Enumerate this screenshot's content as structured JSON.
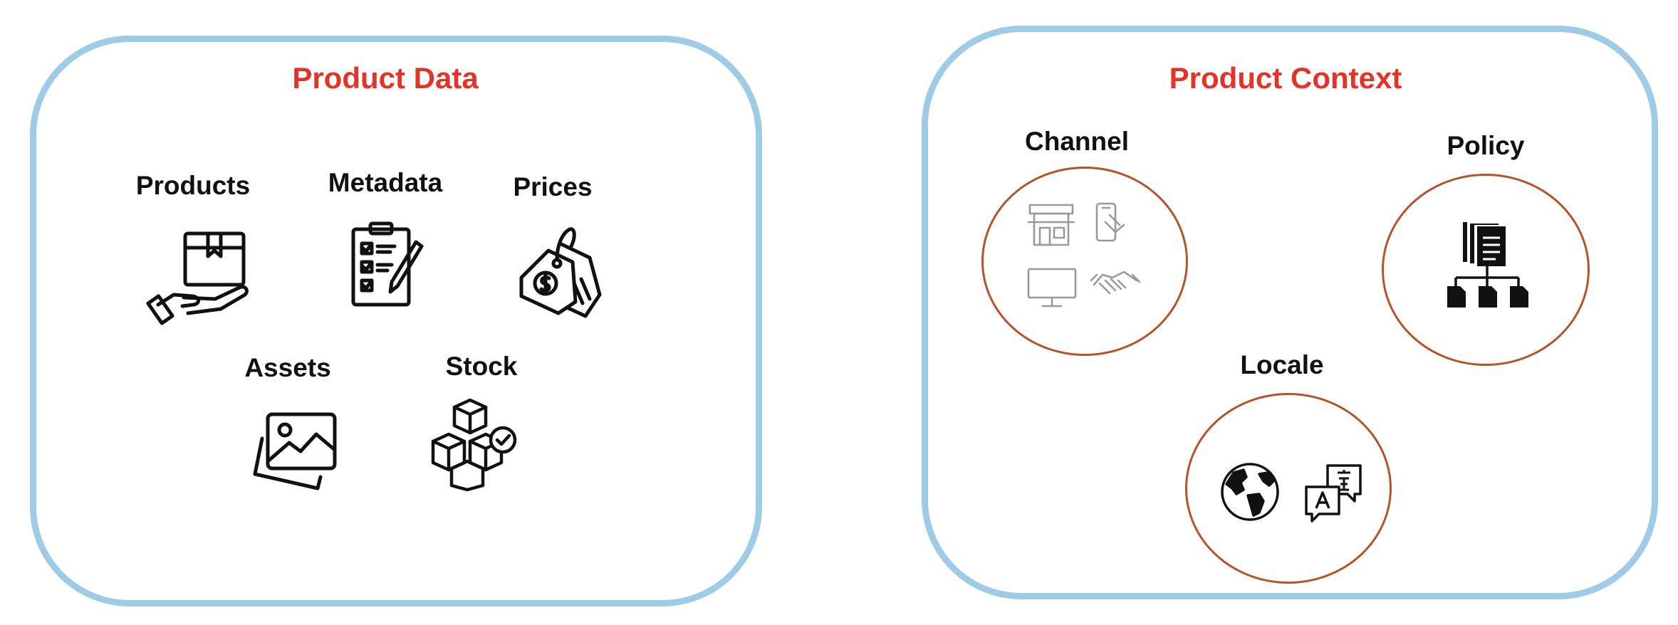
{
  "product_data": {
    "title": "Product Data",
    "items": [
      {
        "label": "Products",
        "icon": "package-in-hand-icon"
      },
      {
        "label": "Metadata",
        "icon": "clipboard-checklist-icon"
      },
      {
        "label": "Prices",
        "icon": "price-tag-icon"
      },
      {
        "label": "Assets",
        "icon": "image-gallery-icon"
      },
      {
        "label": "Stock",
        "icon": "stacked-boxes-icon"
      }
    ]
  },
  "product_context": {
    "title": "Product Context",
    "items": [
      {
        "label": "Channel",
        "icons": [
          "storefront-icon",
          "mobile-touch-icon",
          "desktop-monitor-icon",
          "handshake-icon"
        ]
      },
      {
        "label": "Policy",
        "icons": [
          "document-hierarchy-icon"
        ]
      },
      {
        "label": "Locale",
        "icons": [
          "globe-icon",
          "translate-icon"
        ]
      }
    ]
  },
  "colors": {
    "title": "#e3342a",
    "panel_border": "#9ecbe6",
    "circle_border": "#b5532c",
    "text": "#111111"
  }
}
